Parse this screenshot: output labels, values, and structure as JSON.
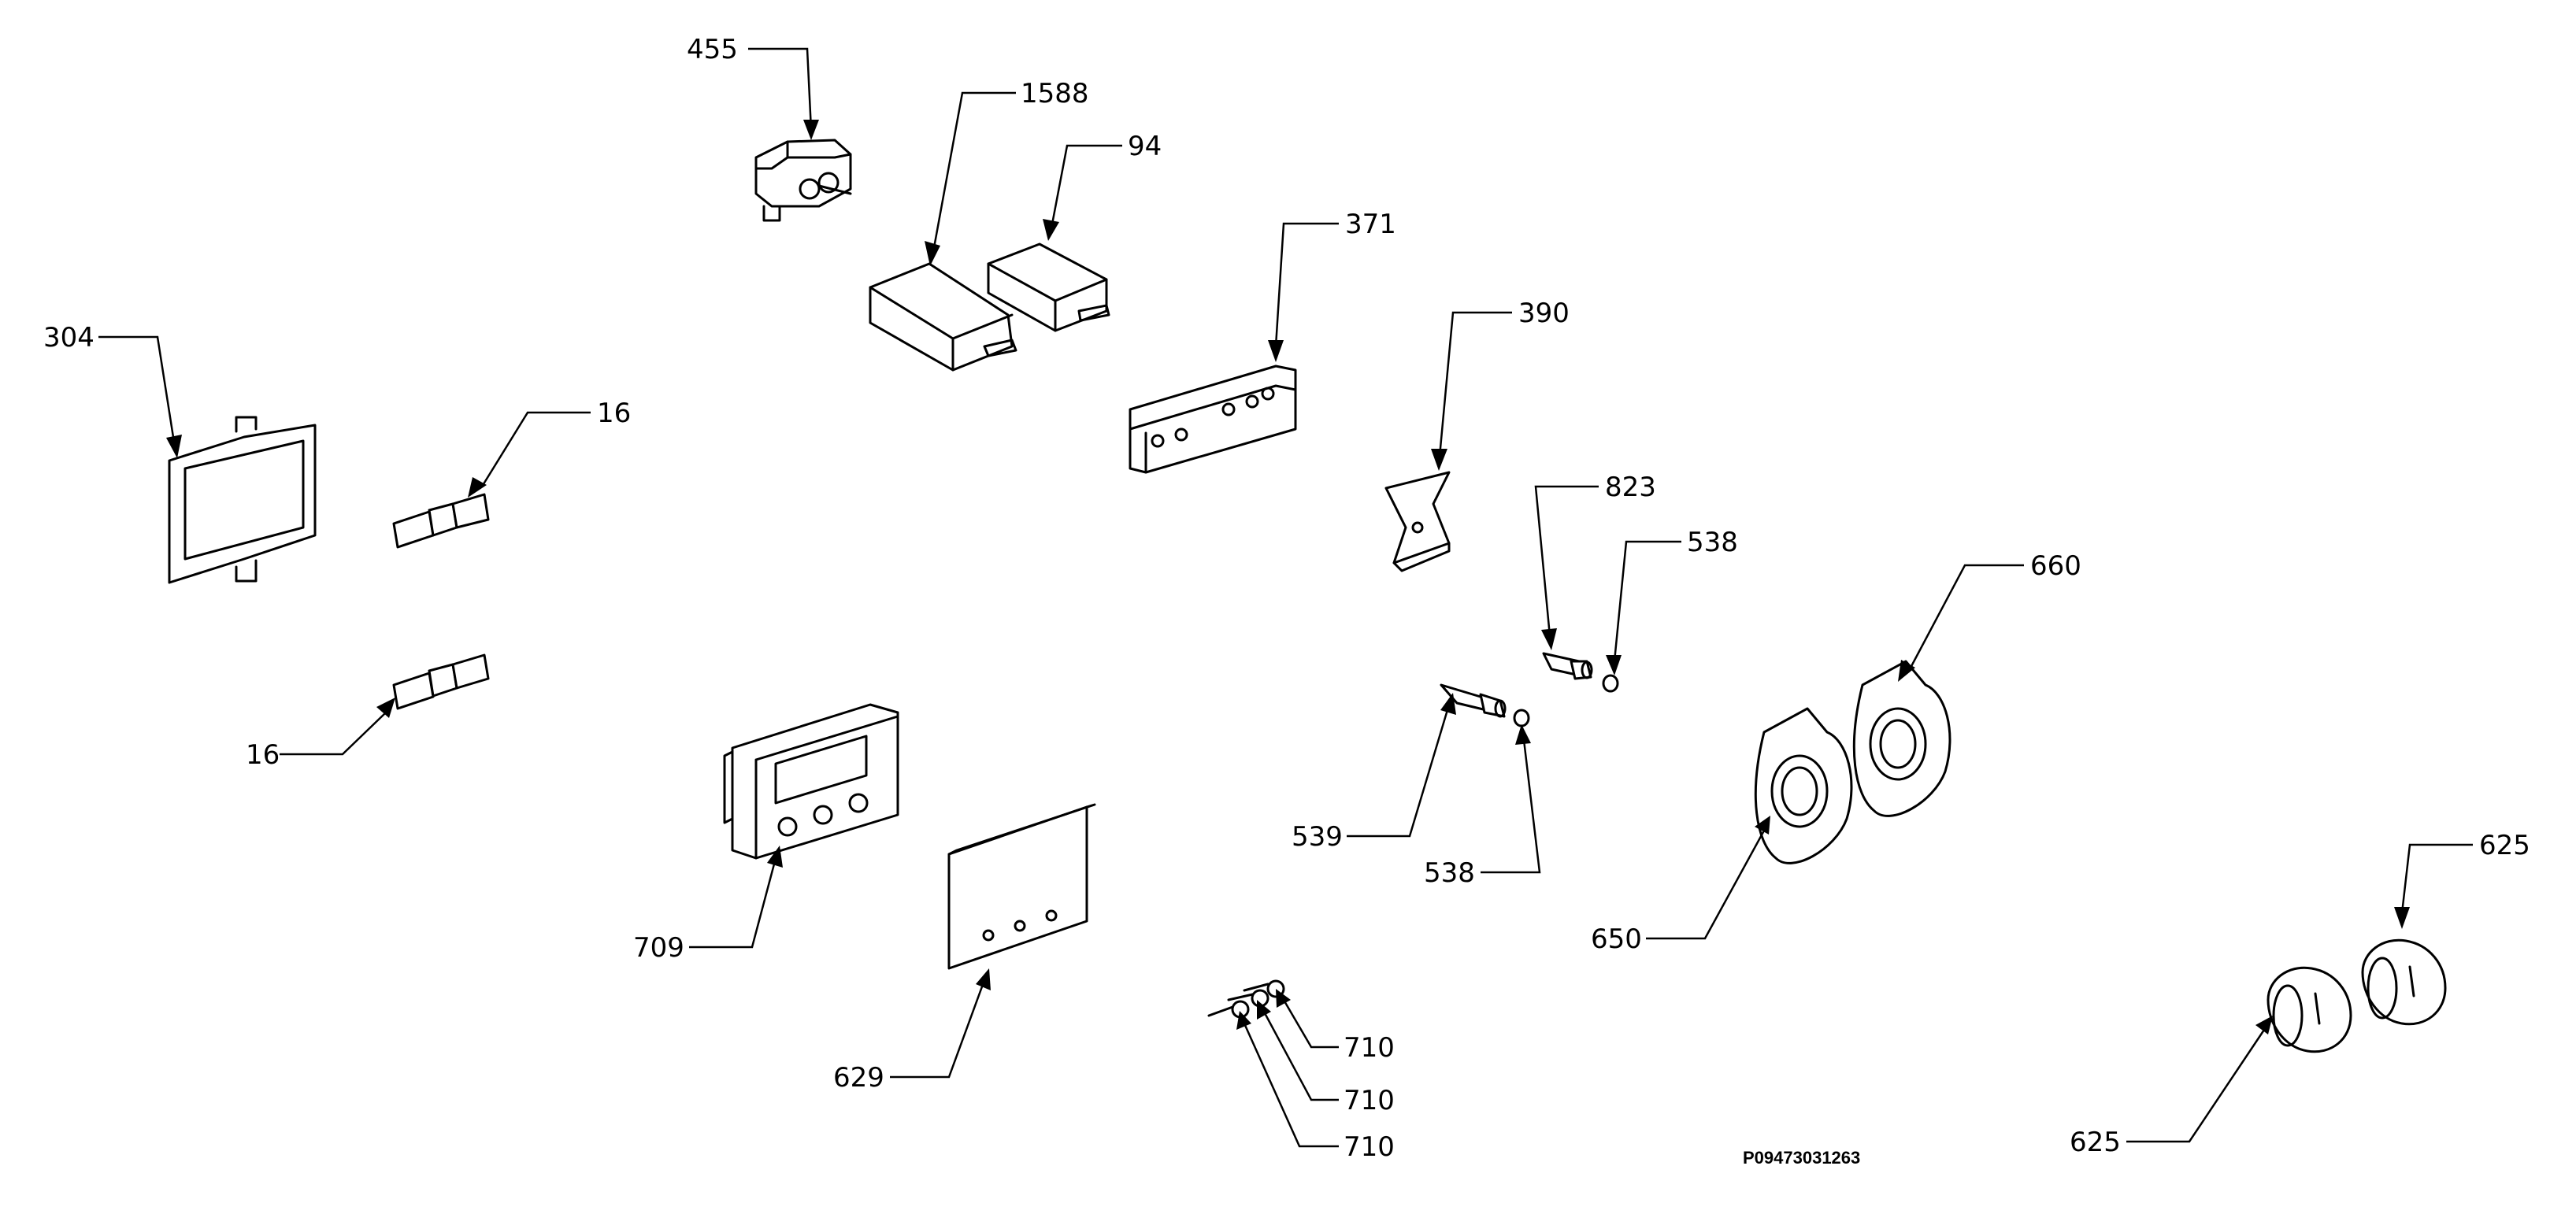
{
  "callouts": {
    "c455": "455",
    "c1588": "1588",
    "c94": "94",
    "c371": "371",
    "c304": "304",
    "c16a": "16",
    "c16b": "16",
    "c390": "390",
    "c823": "823",
    "c538a": "538",
    "c660": "660",
    "c539": "539",
    "c538b": "538",
    "c709": "709",
    "c650": "650",
    "c629": "629",
    "c625a": "625",
    "c625b": "625",
    "c710a": "710",
    "c710b": "710",
    "c710c": "710"
  },
  "document_id": "P09473031263"
}
